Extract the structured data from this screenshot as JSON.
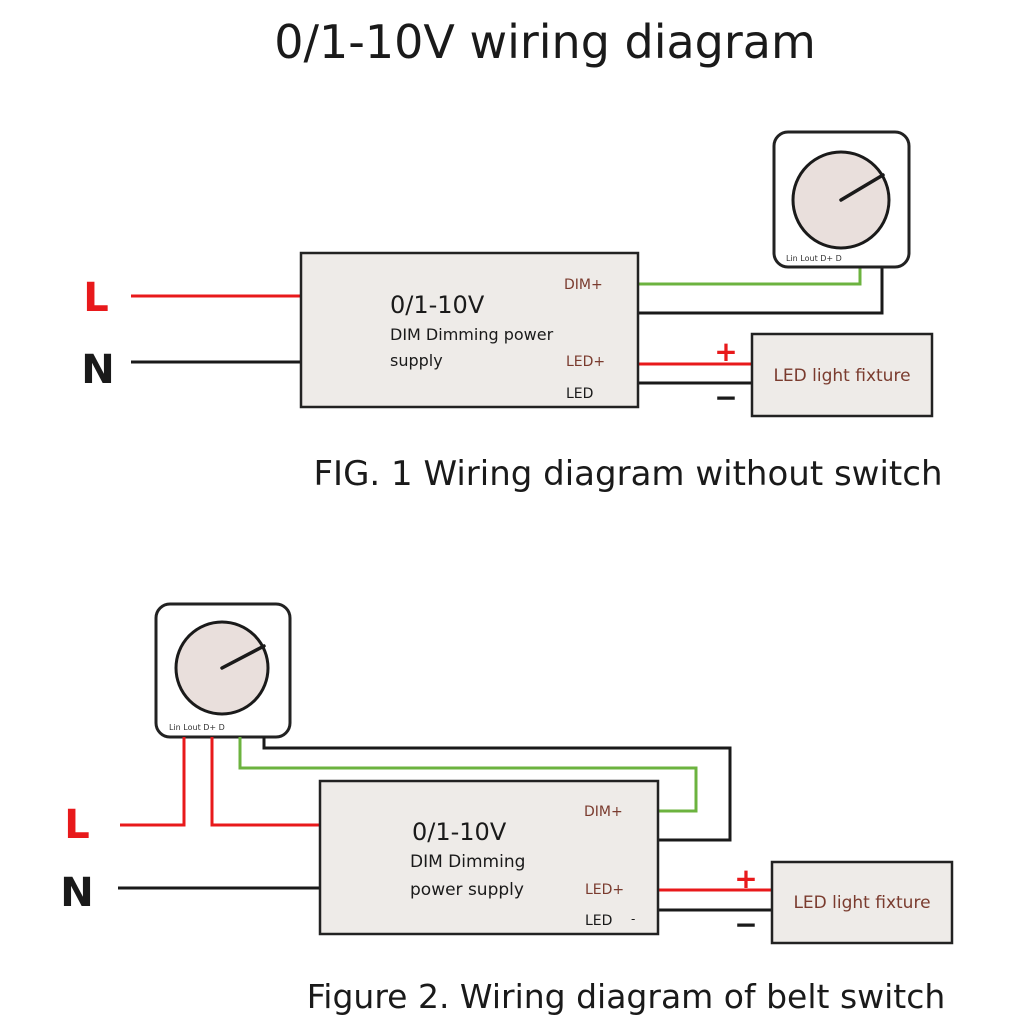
{
  "title": "0/1-10V wiring diagram",
  "figure1": {
    "caption": "FIG. 1 Wiring diagram without switch",
    "line_label": "L",
    "neutral_label": "N",
    "driver": {
      "name": "0/1-10V",
      "desc_line1": "DIM Dimming power",
      "desc_line2": "supply",
      "dim_plus": "DIM+",
      "led_plus": "LED+",
      "led_minus": "LED"
    },
    "dimmer_terminals": "Lin Lout D+ D",
    "fixture": "LED light fixture",
    "plus_sign": "+",
    "minus_sign": "−"
  },
  "figure2": {
    "caption": "Figure 2. Wiring diagram of belt switch",
    "line_label": "L",
    "neutral_label": "N",
    "driver": {
      "name": "0/1-10V",
      "desc_line1": "DIM Dimming",
      "desc_line2": "power supply",
      "dim_plus": "DIM+",
      "led_plus": "LED+",
      "led_minus": "LED",
      "led_minus_suffix": "-"
    },
    "dimmer_terminals": "Lin Lout D+ D",
    "fixture": "LED light fixture",
    "plus_sign": "+",
    "minus_sign": "−"
  },
  "colors": {
    "live": "#e8191b",
    "neutral": "#1a1a1a",
    "dim": "#6cb33f",
    "box_fill": "#eeebe8",
    "box_stroke": "#222222",
    "terminal_text": "#7a3b2e",
    "knob_fill": "#e9dfdc"
  }
}
